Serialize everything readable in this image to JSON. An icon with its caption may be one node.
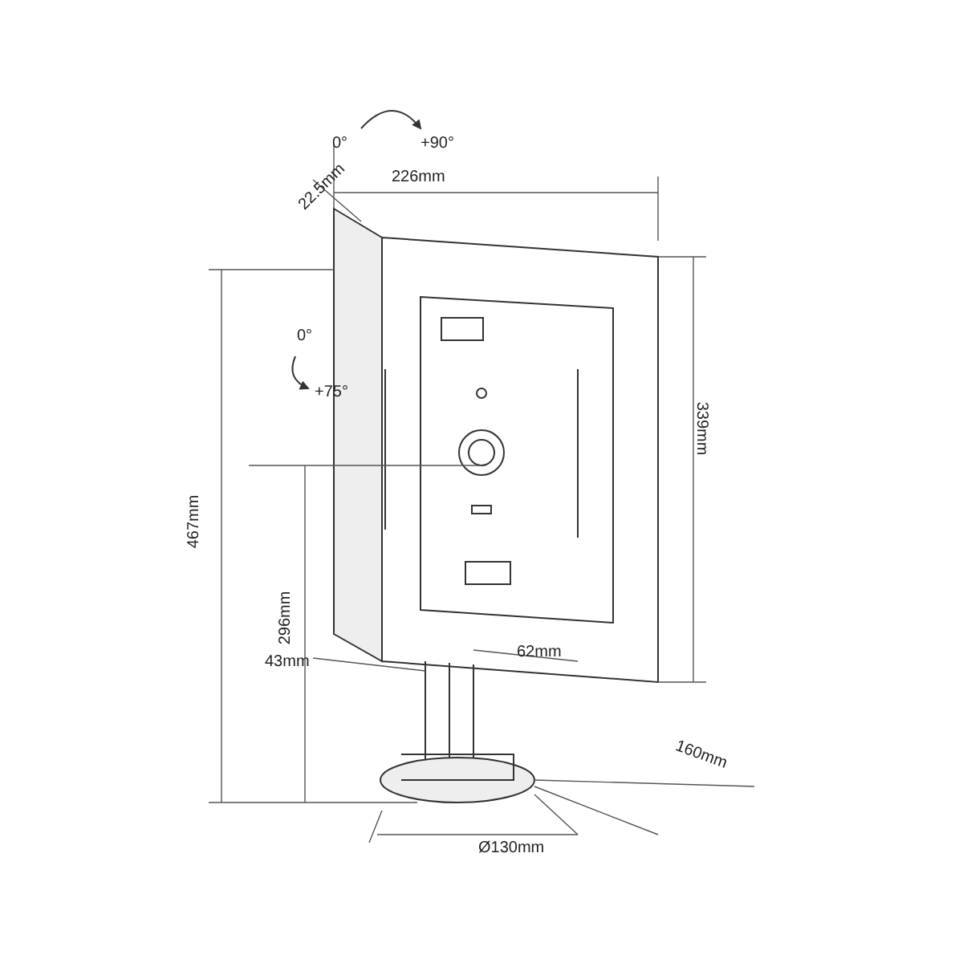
{
  "diagram": {
    "labels": [
      "0°",
      "+90°",
      "22.5mm",
      "226mm",
      "0°",
      "+75°",
      "339mm",
      "467mm",
      "296mm",
      "43mm",
      "62mm",
      "160mm",
      "Ø130mm"
    ]
  }
}
